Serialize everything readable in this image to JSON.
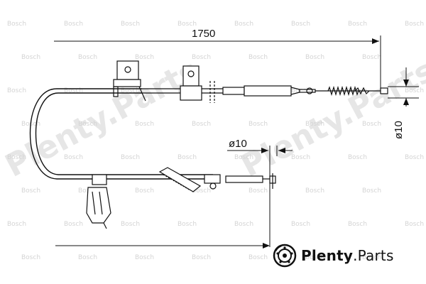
{
  "dimensions": {
    "length": "1750",
    "diameter_end": "ø10",
    "diameter_fitting": "ø10"
  },
  "watermark": {
    "repeat_text": "Bosch",
    "large_text": "Plenty.Parts"
  },
  "brand": {
    "name_bold": "Plenty",
    "name_regular": ".Parts"
  },
  "colors": {
    "line": "#111111",
    "watermark": "#d4d4d4"
  }
}
